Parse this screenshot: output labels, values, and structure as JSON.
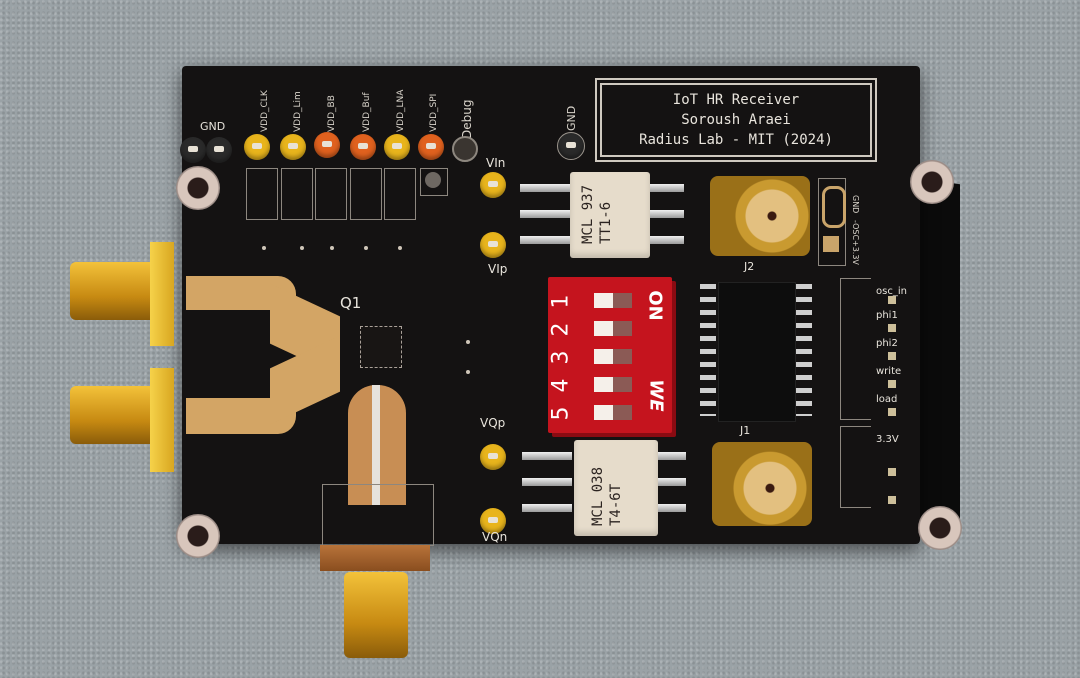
{
  "board": {
    "title_block": {
      "line1": "IoT HR Receiver",
      "line2": "Soroush Araei",
      "line3": "Radius Lab - MIT (2024)"
    },
    "colors": {
      "pcb": "#141212",
      "silkscreen": "#e8e4dc",
      "gold": "#d8a620",
      "dip_switch": "#c5141e",
      "testpoint_yellow": "#e8b41c",
      "testpoint_orange": "#e0611e",
      "background_fabric": "#9aa2a6"
    },
    "header_labels": {
      "gnd_left": "GND",
      "gnd_top": "GND",
      "debug": "Debug"
    },
    "power_testpoints": [
      {
        "label": "VDD_CLK",
        "color": "yellow"
      },
      {
        "label": "VDD_Lim",
        "color": "yellow"
      },
      {
        "label": "VDD_BB",
        "color": "orange"
      },
      {
        "label": "VDD_Buf",
        "color": "orange"
      },
      {
        "label": "VDD_LNA",
        "color": "yellow"
      },
      {
        "label": "VDD_SPI",
        "color": "orange"
      }
    ],
    "signal_testpoints": {
      "vin": "VIn",
      "vip": "VIp",
      "vqp": "VQp",
      "vqn": "VQn"
    },
    "components": {
      "q1": "Q1",
      "j1": "J1",
      "j2": "J2",
      "transformer_top": {
        "line1": "MCL 937",
        "line2": "TT1-6"
      },
      "transformer_bottom": {
        "line1": "MCL 038",
        "line2": "T4-6T"
      }
    },
    "dip_switch": {
      "on_label": "ON",
      "brand": "WE",
      "positions": [
        "1",
        "2",
        "3",
        "4",
        "5"
      ]
    },
    "jumper_labels": {
      "gnd": "GND",
      "osc": "-OSC",
      "v33": "+3.3V"
    },
    "right_header_labels": [
      "osc_in",
      "phi1",
      "phi2",
      "write",
      "load",
      "3.3V"
    ]
  }
}
